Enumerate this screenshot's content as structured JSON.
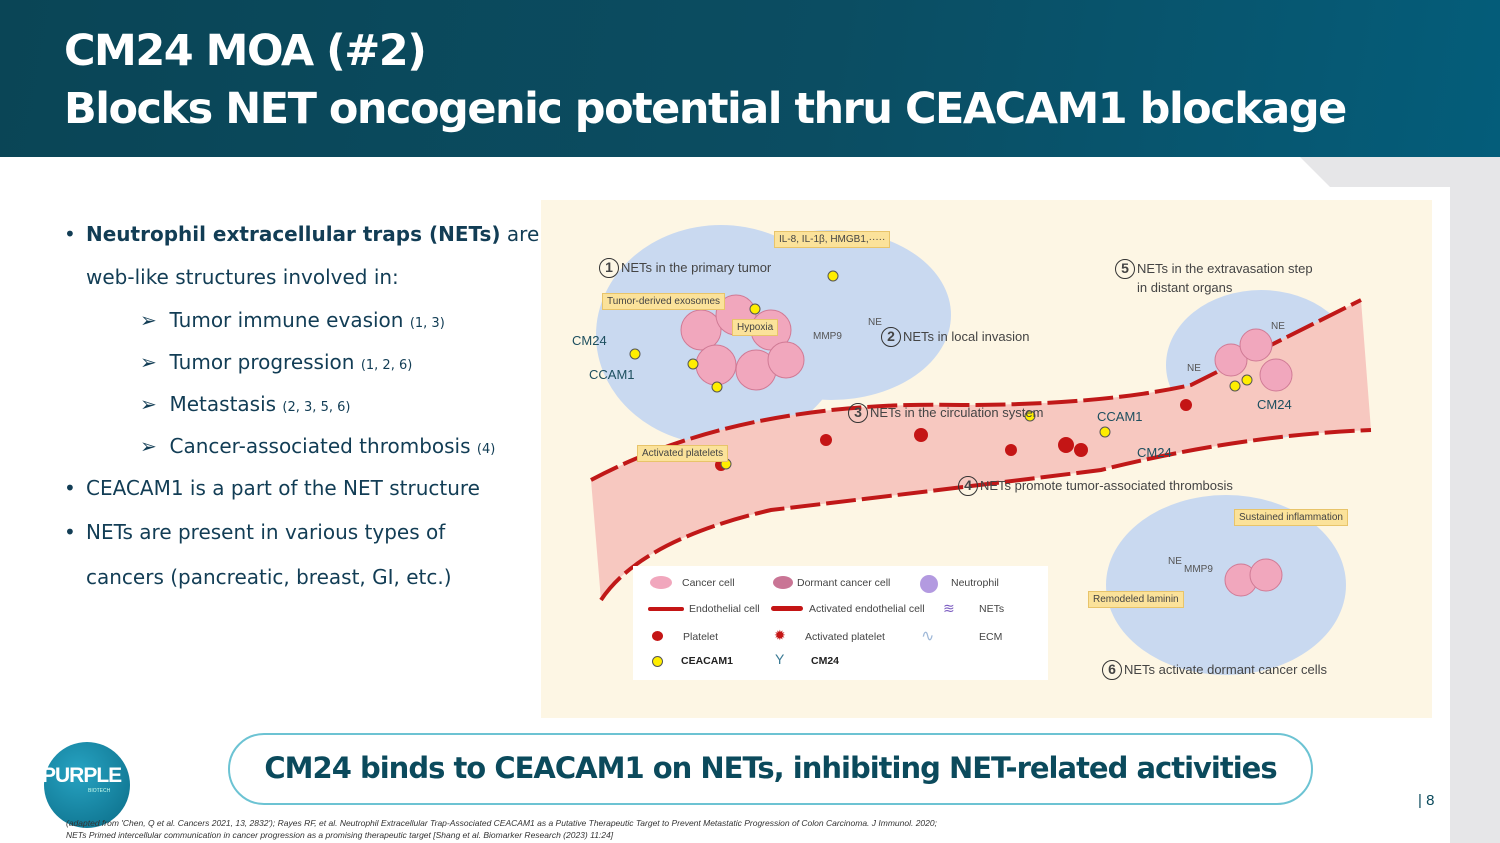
{
  "header": {
    "title_line1": "CM24 MOA (#2)",
    "title_line2": "Blocks NET oncogenic potential thru CEACAM1 blockage"
  },
  "bullets": {
    "b1_bold": "Neutrophil extracellular traps (NETs)",
    "b1_rest": " are",
    "b1_cont": "web-like structures involved in:",
    "sub": [
      {
        "text": "Tumor immune evasion",
        "ref": "(1, 3)"
      },
      {
        "text": "Tumor progression",
        "ref": "(1, 2, 6)"
      },
      {
        "text": "Metastasis",
        "ref": "(2, 3, 5, 6)"
      },
      {
        "text": "Cancer-associated thrombosis",
        "ref": "(4)"
      }
    ],
    "b2": "CEACAM1 is a part of the NET structure",
    "b3": "NETs are present in various types of",
    "b3_cont": "cancers (pancreatic, breast, GI, etc.)"
  },
  "diagram": {
    "steps": [
      {
        "n": "1",
        "text": "NETs in the primary tumor"
      },
      {
        "n": "2",
        "text": "NETs in local invasion"
      },
      {
        "n": "3",
        "text": "NETs in the circulation system"
      },
      {
        "n": "4",
        "text": "NETs promote tumor-associated thrombosis"
      },
      {
        "n": "5",
        "text": "NETs in the extravasation step",
        "text2": "in distant organs"
      },
      {
        "n": "6",
        "text": "NETs activate dormant cancer cells"
      }
    ],
    "tags": {
      "cytokines": "IL-8, IL-1β, HMGB1,·····",
      "exosomes": "Tumor-derived exosomes",
      "hypoxia": "Hypoxia",
      "platelets": "Activated platelets",
      "inflammation": "Sustained inflammation",
      "laminin": "Remodeled laminin"
    },
    "markers": {
      "cm24": "CM24",
      "ccam1": "CCAM1",
      "mmp9": "MMP9",
      "ne": "NE"
    },
    "legend": {
      "cancer": "Cancer cell",
      "dormant": "Dormant cancer cell",
      "neutrophil": "Neutrophil",
      "endo": "Endothelial cell",
      "act_endo": "Activated endothelial cell",
      "nets": "NETs",
      "platelet": "Platelet",
      "act_platelet": "Activated platelet",
      "ecm": "ECM",
      "ceacam1": "CEACAM1",
      "cm24": "CM24"
    }
  },
  "callout": "CM24 binds to CEACAM1 on NETs, inhibiting NET-related activities",
  "logo": {
    "text": "PURPLE",
    "sub": "BIOTECH"
  },
  "page_number": "| 8",
  "footnote": {
    "line1": "(adapted from 'Chen, Q et al. Cancers 2021, 13, 2832'); Rayes RF, et al. Neutrophil Extracellular Trap-Associated CEACAM1 as a Putative Therapeutic Target to Prevent Metastatic Progression of Colon Carcinoma. J Immunol. 2020;",
    "line2": "NETs Primed intercellular communication in cancer progression as a promising therapeutic target [Shang et al. Biomarker Research (2023) 11:24]"
  },
  "colors": {
    "header": "#0b4d62",
    "accent": "#6cc3d3",
    "text": "#123d55"
  }
}
